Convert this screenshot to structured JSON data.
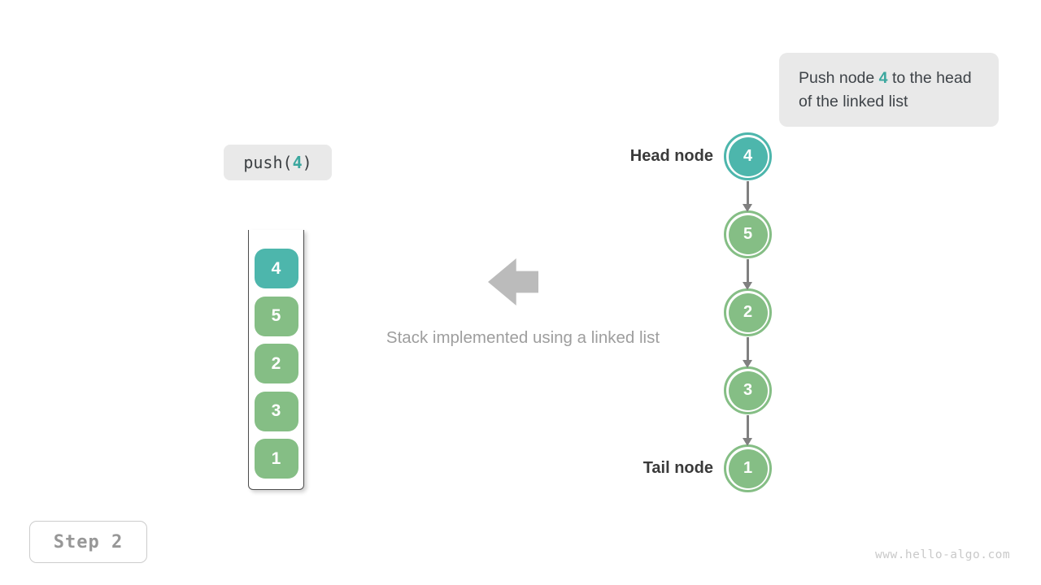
{
  "colors": {
    "teal": "#4db6ac",
    "green": "#85be85",
    "box_bg": "#e9e9e9",
    "block_arrow": "#bbbbbb",
    "connector": "#808080",
    "caption_text": "#9e9e9e",
    "dark_text": "#3e4348",
    "step_text": "#979797",
    "watermark_text": "#c9c9c9"
  },
  "annotation": {
    "prefix": "Push node ",
    "highlight": "4",
    "suffix": " to the head of the linked list"
  },
  "code_box": {
    "prefix": "push(",
    "highlight": "4",
    "suffix": ")"
  },
  "stack": {
    "items": [
      {
        "value": "4",
        "color": "#4db6ac"
      },
      {
        "value": "5",
        "color": "#85be85"
      },
      {
        "value": "2",
        "color": "#85be85"
      },
      {
        "value": "3",
        "color": "#85be85"
      },
      {
        "value": "1",
        "color": "#85be85"
      }
    ]
  },
  "caption": "Stack implemented using a linked list",
  "linked_list": {
    "head_label": "Head node",
    "tail_label": "Tail node",
    "nodes": [
      {
        "value": "4",
        "color": "#4db6ac"
      },
      {
        "value": "5",
        "color": "#85be85"
      },
      {
        "value": "2",
        "color": "#85be85"
      },
      {
        "value": "3",
        "color": "#85be85"
      },
      {
        "value": "1",
        "color": "#85be85"
      }
    ]
  },
  "step_label": "Step 2",
  "watermark": "www.hello-algo.com"
}
